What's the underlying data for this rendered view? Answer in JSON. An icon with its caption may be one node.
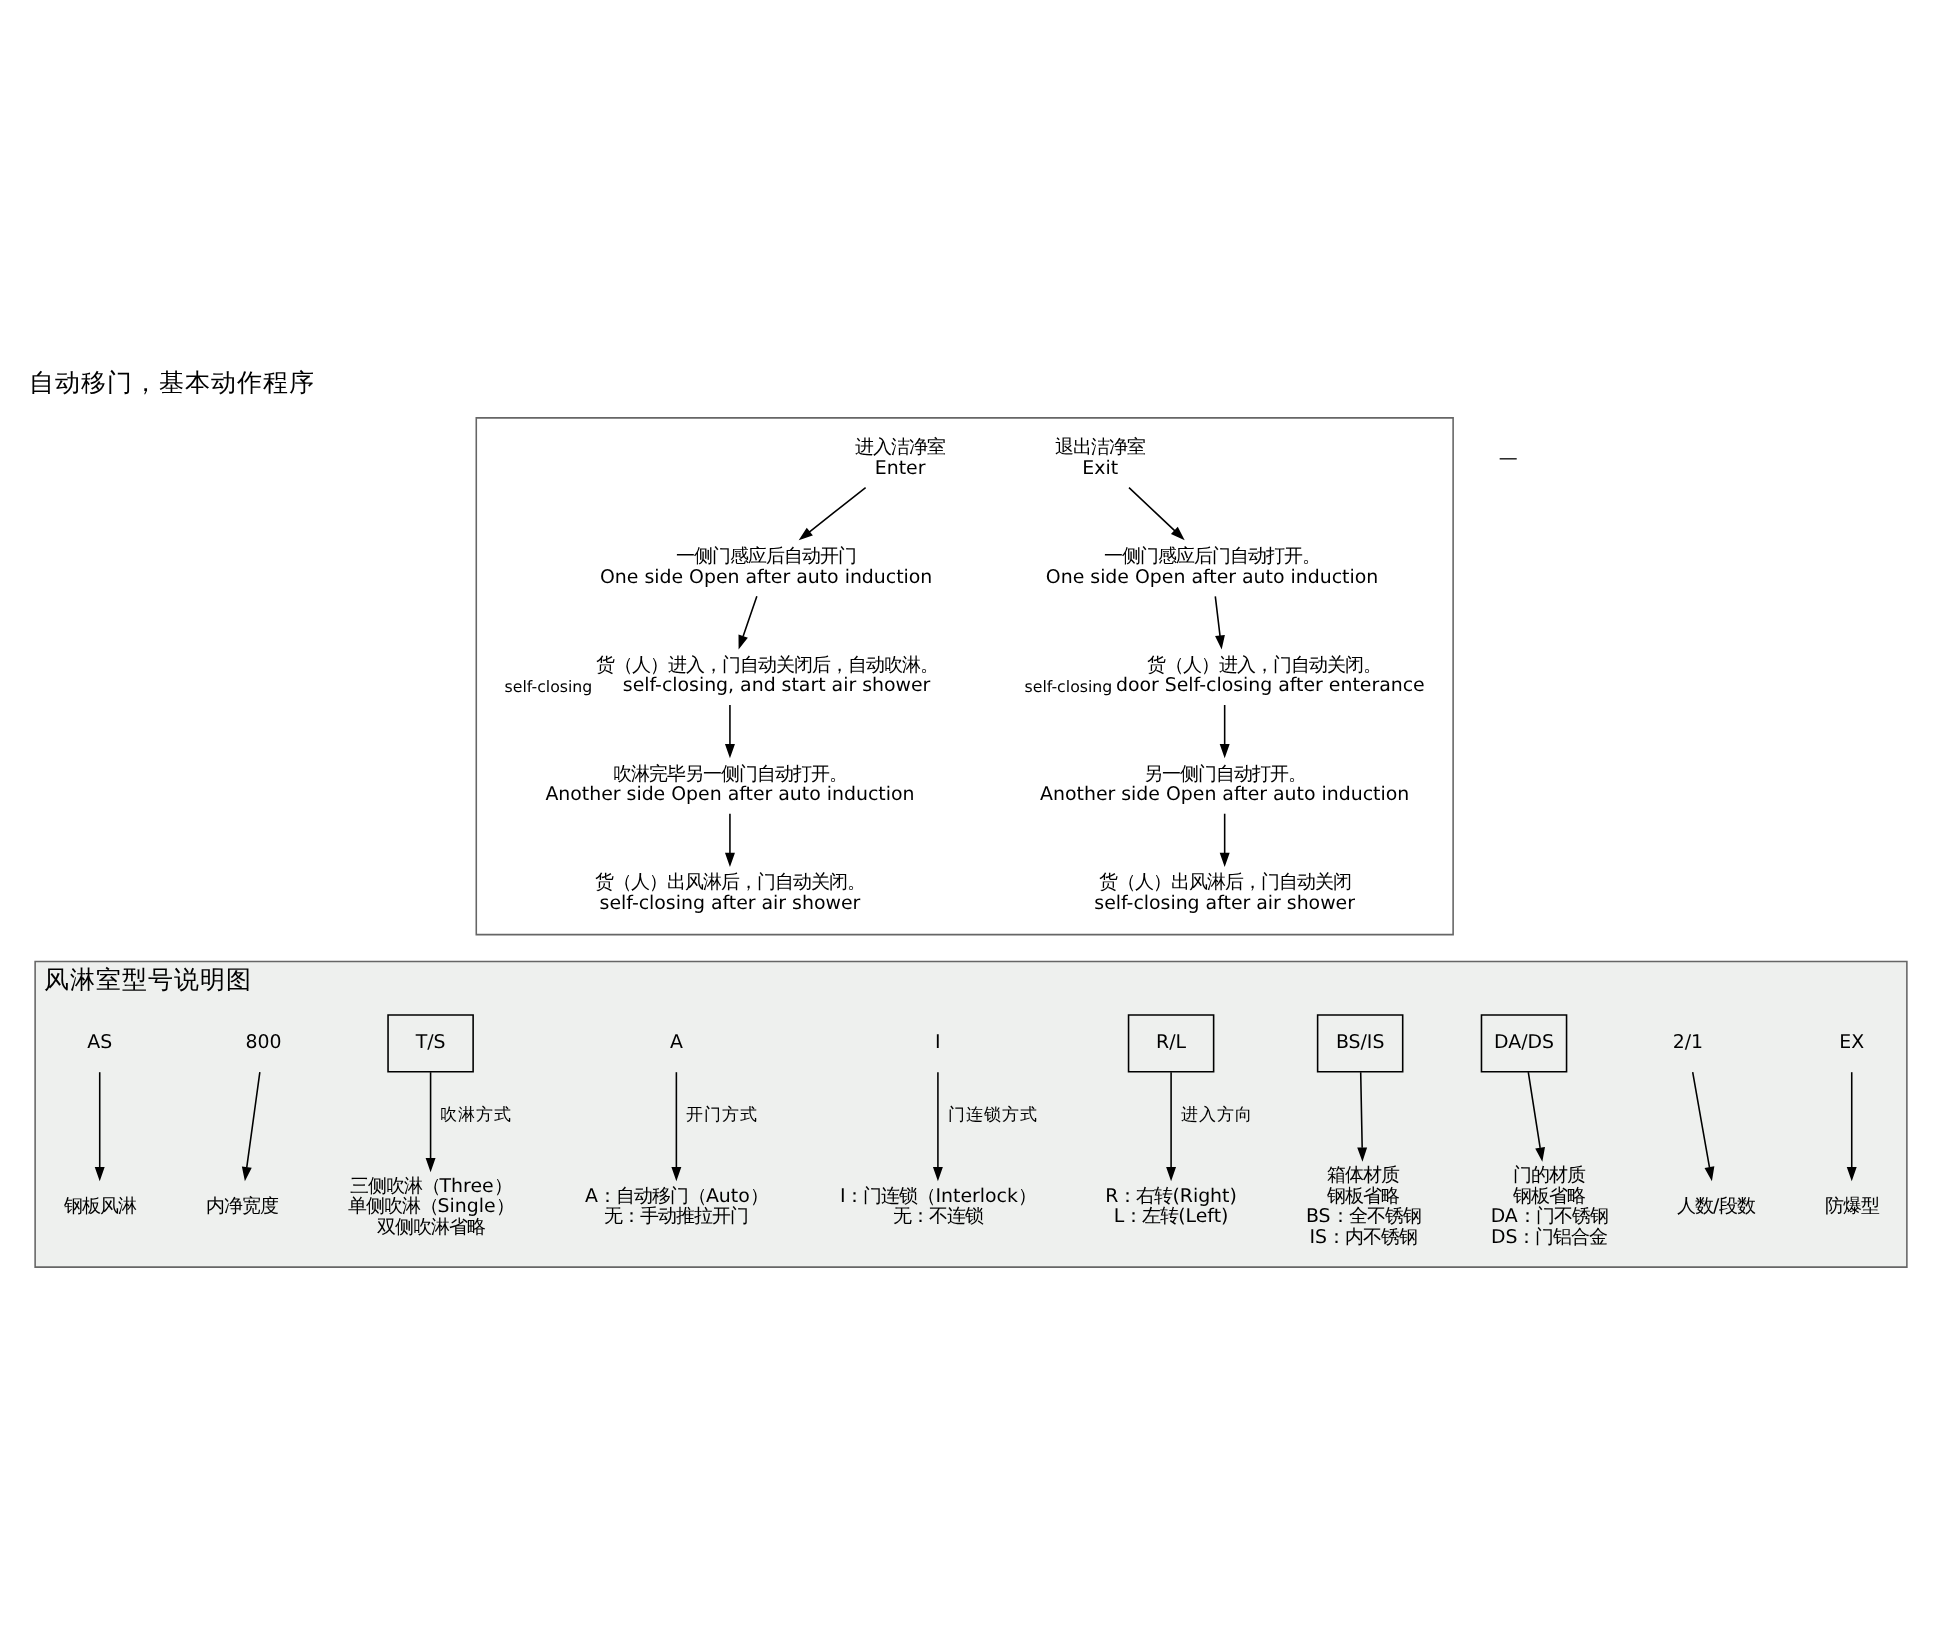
{
  "diagram": {
    "title": "自动移门，基本动作程序",
    "nodes": [
      {
        "text": [],
        "shape": "box"
      },
      {
        "text": [
          "进入洁净室",
          "Enter"
        ],
        "in": 0
      },
      {
        "text": [
          "一侧门感应后自动开门",
          "One side Open after auto induction"
        ],
        "in": 0
      },
      {
        "text": [
          "货（人）进入，门自动关闭后，自动吹淋。",
          "self-closing, and start air shower"
        ],
        "beside": [
          "self-closing"
        ],
        "in": 0
      },
      {
        "text": [
          "吹淋完毕另一侧门自动打开。",
          "Another side Open after auto induction"
        ],
        "in": 0
      },
      {
        "text": [
          "货（人）出风淋后，门自动关闭。",
          "self-closing after air shower"
        ],
        "in": 0
      },
      {
        "text": [
          "退出洁净室",
          "Exit"
        ],
        "in": 0
      },
      {
        "text": [
          "一侧门感应后门自动打开。",
          "One side Open after auto induction"
        ],
        "in": 0
      },
      {
        "text": [
          "货（人）进入，门自动关闭。",
          "door Self-closing after enterance"
        ],
        "beside": [
          "self-closing"
        ],
        "in": 0
      },
      {
        "text": [
          "另一侧门自动打开。",
          "Another side Open after auto induction"
        ],
        "in": 0
      },
      {
        "text": [
          "货（人）出风淋后，门自动关闭",
          "self-closing after air shower"
        ],
        "in": 0
      },
      {
        "text": [
          "风淋室型号说明图"
        ]
      },
      {
        "text": [
          "AS"
        ],
        "in": 11
      },
      {
        "text": [
          "800"
        ],
        "in": 11
      },
      {
        "text": [
          "T/S"
        ],
        "in": 11
      },
      {
        "text": [
          "A"
        ],
        "in": 11
      },
      {
        "text": [
          "I"
        ],
        "in": 11
      },
      {
        "text": [
          "R/L"
        ],
        "in": 11
      },
      {
        "text": [
          "BS/IS"
        ],
        "in": 11
      },
      {
        "text": [
          "DA/DS"
        ],
        "in": 11
      },
      {
        "text": [
          "2/1"
        ],
        "in": 11
      },
      {
        "text": [
          "EX"
        ],
        "in": 11
      },
      {
        "text": [
          "钢板风淋"
        ],
        "in": 11
      },
      {
        "text": [
          "内净宽度"
        ],
        "in": 11
      },
      {
        "text": [
          "三侧吹淋（Three）",
          "单侧吹淋（Single）",
          "双侧吹淋省略"
        ],
        "in": 11
      },
      {
        "text": [
          "A：自动移门（Auto）",
          "无：手动推拉开门"
        ],
        "in": 11
      },
      {
        "text": [
          "I：门连锁（Interlock）",
          "无：不连锁"
        ],
        "in": 11
      },
      {
        "text": [
          "R：右转(Right)",
          "L：左转(Left)"
        ],
        "in": 11
      },
      {
        "text": [
          "箱体材质",
          "钢板省略",
          "BS：全不锈钢",
          "IS：内不锈钢"
        ],
        "in": 11
      },
      {
        "text": [
          "门的材质",
          "钢板省略",
          "DA：门不锈钢",
          "DS：门铝合金"
        ],
        "in": 11
      },
      {
        "text": [
          "人数/段数"
        ],
        "in": 11
      },
      {
        "text": [
          "防爆型"
        ],
        "in": 11
      }
    ],
    "edges": [
      {
        "from": 1,
        "to": 2,
        "arrow": "to"
      },
      {
        "from": 2,
        "to": 3,
        "arrow": "to"
      },
      {
        "from": 3,
        "to": 4,
        "arrow": "to"
      },
      {
        "from": 4,
        "to": 5,
        "arrow": "to"
      },
      {
        "from": 6,
        "to": 7,
        "arrow": "to"
      },
      {
        "from": 7,
        "to": 8,
        "arrow": "to"
      },
      {
        "from": 8,
        "to": 9,
        "arrow": "to"
      },
      {
        "from": 9,
        "to": 10,
        "arrow": "to"
      },
      {
        "from": 12,
        "to": 22,
        "arrow": "to"
      },
      {
        "from": 13,
        "to": 23,
        "arrow": "to"
      },
      {
        "from": 14,
        "to": 24,
        "arrow": "to",
        "label": "吹淋方式"
      },
      {
        "from": 15,
        "to": 25,
        "arrow": "to",
        "label": "开门方式"
      },
      {
        "from": 16,
        "to": 26,
        "arrow": "to",
        "label": "门连锁方式"
      },
      {
        "from": 17,
        "to": 27,
        "arrow": "to",
        "label": "进入方向"
      },
      {
        "from": 18,
        "to": 28,
        "arrow": "to"
      },
      {
        "from": 19,
        "to": 29,
        "arrow": "to"
      },
      {
        "from": 20,
        "to": 30,
        "arrow": "to"
      },
      {
        "from": 21,
        "to": 31,
        "arrow": "to"
      }
    ],
    "labels": [
      "—"
    ]
  }
}
